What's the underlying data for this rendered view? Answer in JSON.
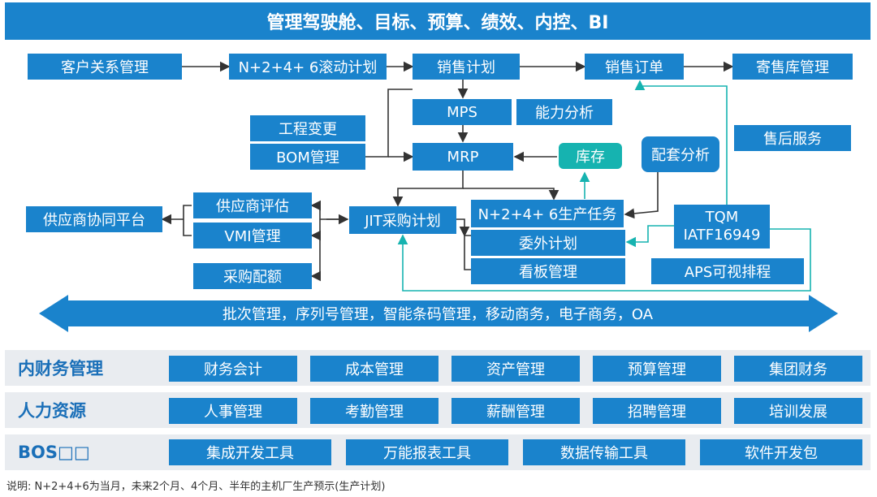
{
  "header": {
    "title": "管理驾驶舱、目标、预算、绩效、内控、BI"
  },
  "flow": {
    "crm": "客户关系管理",
    "rolling_plan": "N+2+4+ 6滚动计划",
    "sales_plan": "销售计划",
    "sales_order": "销售订单",
    "consignment": "寄售库管理",
    "mps": "MPS",
    "capacity": "能力分析",
    "eng_change": "工程变更",
    "bom": "BOM管理",
    "mrp": "MRP",
    "inventory": "库存",
    "kitting": "配套分析",
    "after_sales": "售后服务",
    "supplier_platform": "供应商协同平台",
    "supplier_eval": "供应商评估",
    "vmi": "VMI管理",
    "purchase_quota": "采购配额",
    "jit": "JIT采购计划",
    "production_task": "N+2+4+ 6生产任务",
    "outsourcing": "委外计划",
    "kanban": "看板管理",
    "tqm": "TQM",
    "iatf": "IATF16949",
    "aps": "APS可视排程"
  },
  "banner": "批次管理，序列号管理，智能条码管理，移动商务，电子商务，OA",
  "sections": [
    {
      "label": "内财务管理",
      "items": [
        "财务会计",
        "成本管理",
        "资产管理",
        "预算管理",
        "集团财务"
      ]
    },
    {
      "label": "人力资源",
      "items": [
        "人事管理",
        "考勤管理",
        "薪酬管理",
        "招聘管理",
        "培训发展"
      ]
    },
    {
      "label": "BOS□□",
      "items": [
        "集成开发工具",
        "万能报表工具",
        "数据传输工具",
        "软件开发包"
      ]
    }
  ],
  "caption": "说明: N+2+4+6为当月，未来2个月、4个月、半年的主机厂生产预示(生产计划)",
  "colors": {
    "primary": "#1a83cc",
    "teal": "#16b3b0",
    "band": "#e9ecf0",
    "label": "#1a6fb8"
  }
}
